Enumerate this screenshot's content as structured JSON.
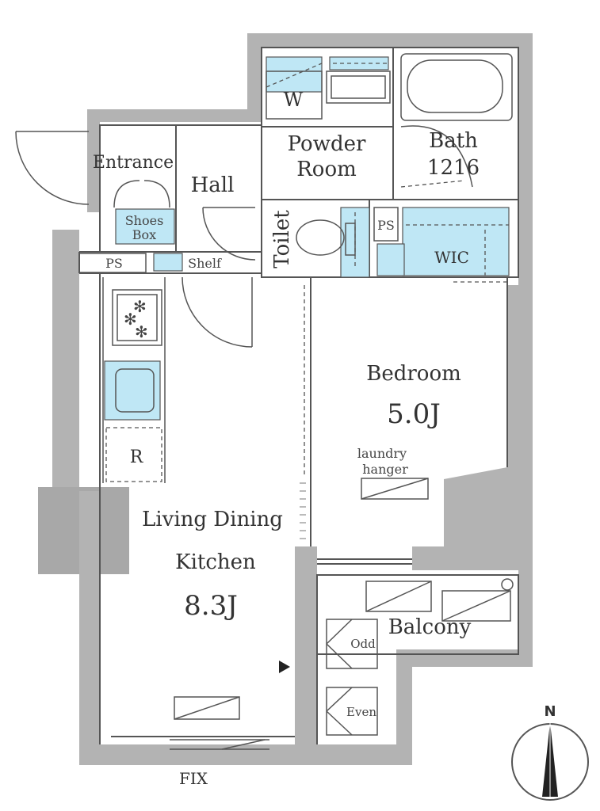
{
  "rooms": {
    "entrance": "Entrance",
    "hall": "Hall",
    "washer": "W",
    "powder_room_line1": "Powder",
    "powder_room_line2": "Room",
    "bath_line1": "Bath",
    "bath_line2": "1216",
    "toilet": "Toilet",
    "ps_top": "PS",
    "wic": "WIC",
    "shoes_line1": "Shoes",
    "shoes_line2": "Box",
    "ps_left": "PS",
    "shelf": "Shelf",
    "refrigerator": "R",
    "bedroom": "Bedroom",
    "bedroom_size": "5.0J",
    "laundry_line1": "laundry",
    "laundry_line2": "hanger",
    "ldk_line1": "Living Dining",
    "ldk_line2": "Kitchen",
    "ldk_size": "8.3J",
    "balcony": "Balcony",
    "odd": "Odd",
    "even": "Even",
    "fix": "FIX",
    "north": "N"
  },
  "colors": {
    "wall": "#b3b3b3",
    "wall_dark": "#8f8f8f",
    "fixture_blue": "#bfe7f5",
    "line": "#555555"
  }
}
